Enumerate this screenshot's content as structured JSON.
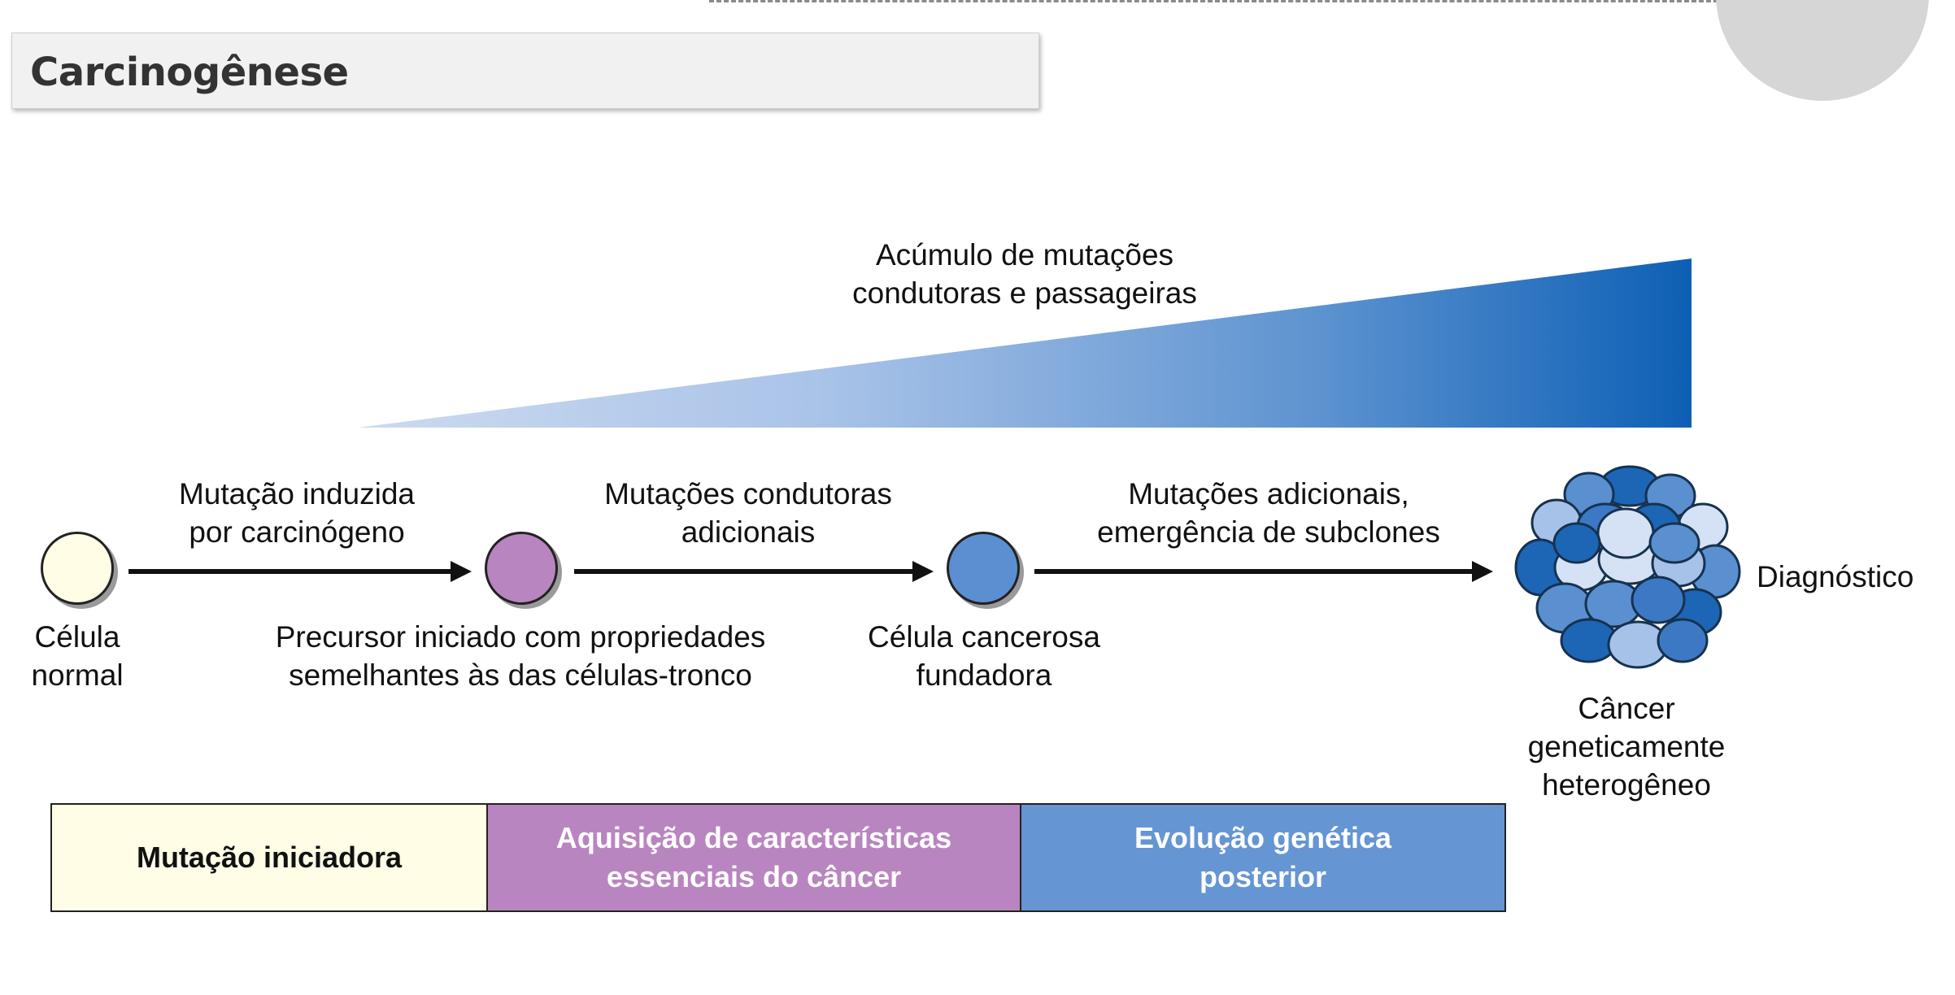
{
  "slide": {
    "title": "Carcinogênese"
  },
  "diagram": {
    "accumulation_label": "Acúmulo de mutações\ncondutoras e passageiras",
    "arrows": [
      {
        "label": "Mutação induzida\npor carcinógeno"
      },
      {
        "label": "Mutações condutoras\nadicionais"
      },
      {
        "label": "Mutações adicionais,\nemergência de subclones"
      }
    ],
    "cells": [
      {
        "label": "Célula\nnormal",
        "color": "#fffde6"
      },
      {
        "label": "Precursor iniciado com propriedades\nsemelhantes às das células-tronco",
        "color": "#b985c0"
      },
      {
        "label": "Célula cancerosa\nfundadora",
        "color": "#5b8fd1"
      },
      {
        "label": "Câncer\ngeneticamente\nheterogêneo"
      }
    ],
    "diagnosis_label": "Diagnóstico",
    "cluster_colors": [
      "#1c66b5",
      "#5a8fd0",
      "#a7c2e8",
      "#d5e2f5",
      "#3d78c4"
    ],
    "phases": [
      {
        "label": "Mutação iniciadora",
        "color": "#fffde6",
        "text_color": "#111111"
      },
      {
        "label": "Aquisição de características\nessenciais do câncer",
        "color": "#b985c0",
        "text_color": "#ffffff"
      },
      {
        "label": "Evolução genética\nposterior",
        "color": "#6595d3",
        "text_color": "#ffffff"
      }
    ]
  }
}
